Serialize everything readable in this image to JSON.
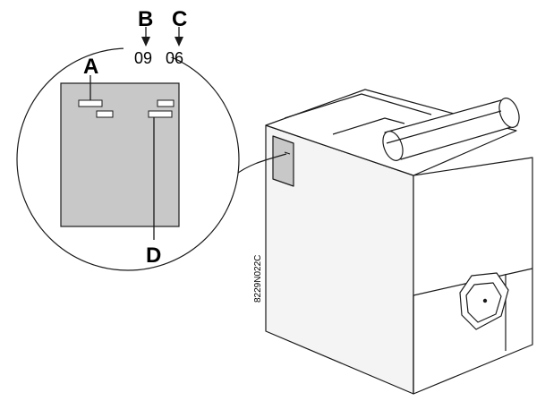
{
  "callouts": {
    "a": "A",
    "b": "B",
    "c": "C",
    "d": "D"
  },
  "plate_numbers": {
    "first": "09",
    "second": "06"
  },
  "figure_code": "8229N022C",
  "colors": {
    "plate": "#c8c8c8",
    "cabinet_face": "#f4f4f4",
    "cabinet_side": "#ffffff",
    "line": "#1a1a1a"
  }
}
